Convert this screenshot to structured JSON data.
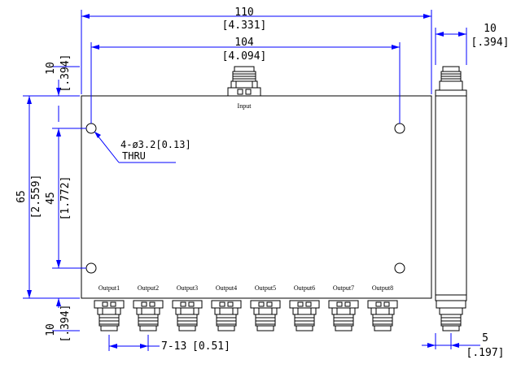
{
  "dimensions": {
    "overall_width": {
      "value": "110",
      "inch": "[4.331]"
    },
    "hole_spacing_width": {
      "value": "104",
      "inch": "[4.094]"
    },
    "side_thickness": {
      "value": "10",
      "inch": "[.394]"
    },
    "top_connector": {
      "value": "10",
      "inch": "[.394]"
    },
    "overall_height": {
      "value": "65",
      "inch": "[2.559]"
    },
    "hole_spacing_height": {
      "value": "45",
      "inch": "[1.772]"
    },
    "bottom_connector": {
      "value": "10",
      "inch": "[.394]"
    },
    "output_pitch": {
      "value": "7-13",
      "inch": "[0.51]"
    },
    "side_offset": {
      "value": "5",
      "inch": "[.197]"
    }
  },
  "hole_callout": {
    "line1": "4-ø3.2[0.13]",
    "line2": "THRU"
  },
  "ports": {
    "input": "Input",
    "outputs": [
      "Output1",
      "Output2",
      "Output3",
      "Output4",
      "Output5",
      "Output6",
      "Output7",
      "Output8"
    ]
  },
  "colors": {
    "dimension": "#0000ff",
    "outline": "#000000"
  }
}
